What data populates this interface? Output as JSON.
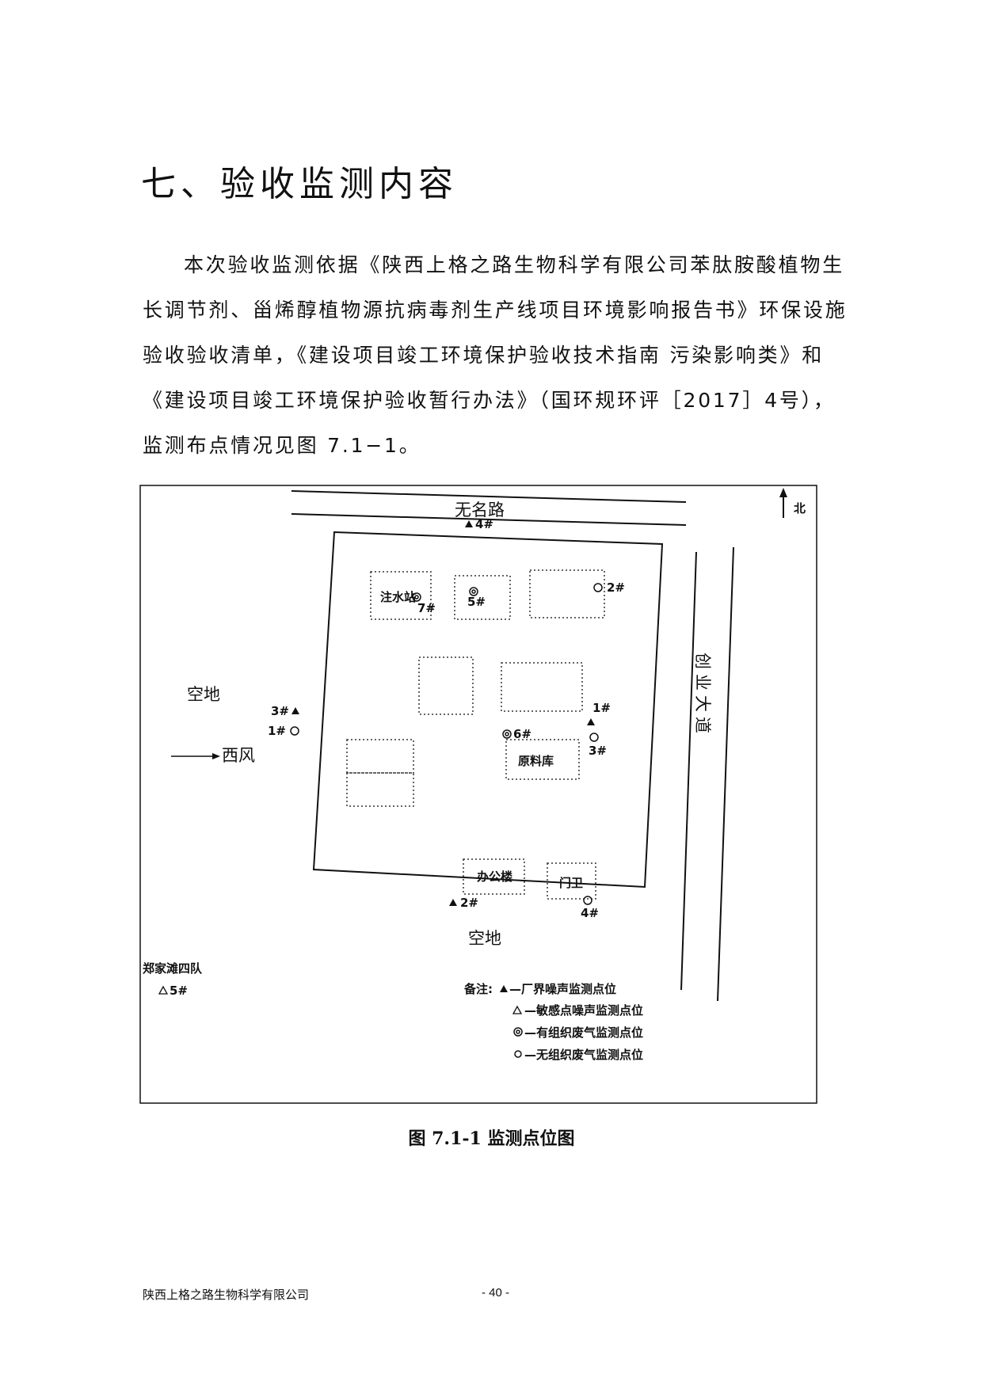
{
  "heading": "七、验收监测内容",
  "paragraph": "本次验收监测依据《陕西上格之路生物科学有限公司苯肽胺酸植物生长调节剂、甾烯醇植物源抗病毒剂生产线项目环境影响报告书》环保设施验收验收清单，《建设项目竣工环境保护验收技术指南 污染影响类》和《建设项目竣工环境保护验收暂行办法》（国环规环评［2017］4号），监测布点情况见图 7.1−1。",
  "figure": {
    "road_north": "无名路",
    "road_east": "创业大道",
    "north": "北",
    "empty_west": "空地",
    "empty_south": "空地",
    "wind": "西风",
    "village": "郑家滩四队",
    "buildings": {
      "water_station": "注水站",
      "warehouse": "原料库",
      "office": "办公楼",
      "gate": "门卫"
    },
    "points": {
      "n1": "1#",
      "n2": "2#",
      "n3": "3#",
      "n4": "4#",
      "s5": "5#",
      "o5": "5#",
      "o6": "6#",
      "o7": "7#",
      "f1": "1#",
      "f2": "2#",
      "f3": "3#",
      "f4": "4#"
    },
    "legend": {
      "title": "备注:",
      "noise_boundary": "—厂界噪声监测点位",
      "noise_sensitive": "—敏感点噪声监测点位",
      "organized_gas": "—有组织废气监测点位",
      "fugitive_gas": "—无组织废气监测点位"
    }
  },
  "caption": "图 7.1-1   监测点位图",
  "footer": {
    "company": "陕西上格之路生物科学有限公司",
    "page": "- 40 -"
  }
}
